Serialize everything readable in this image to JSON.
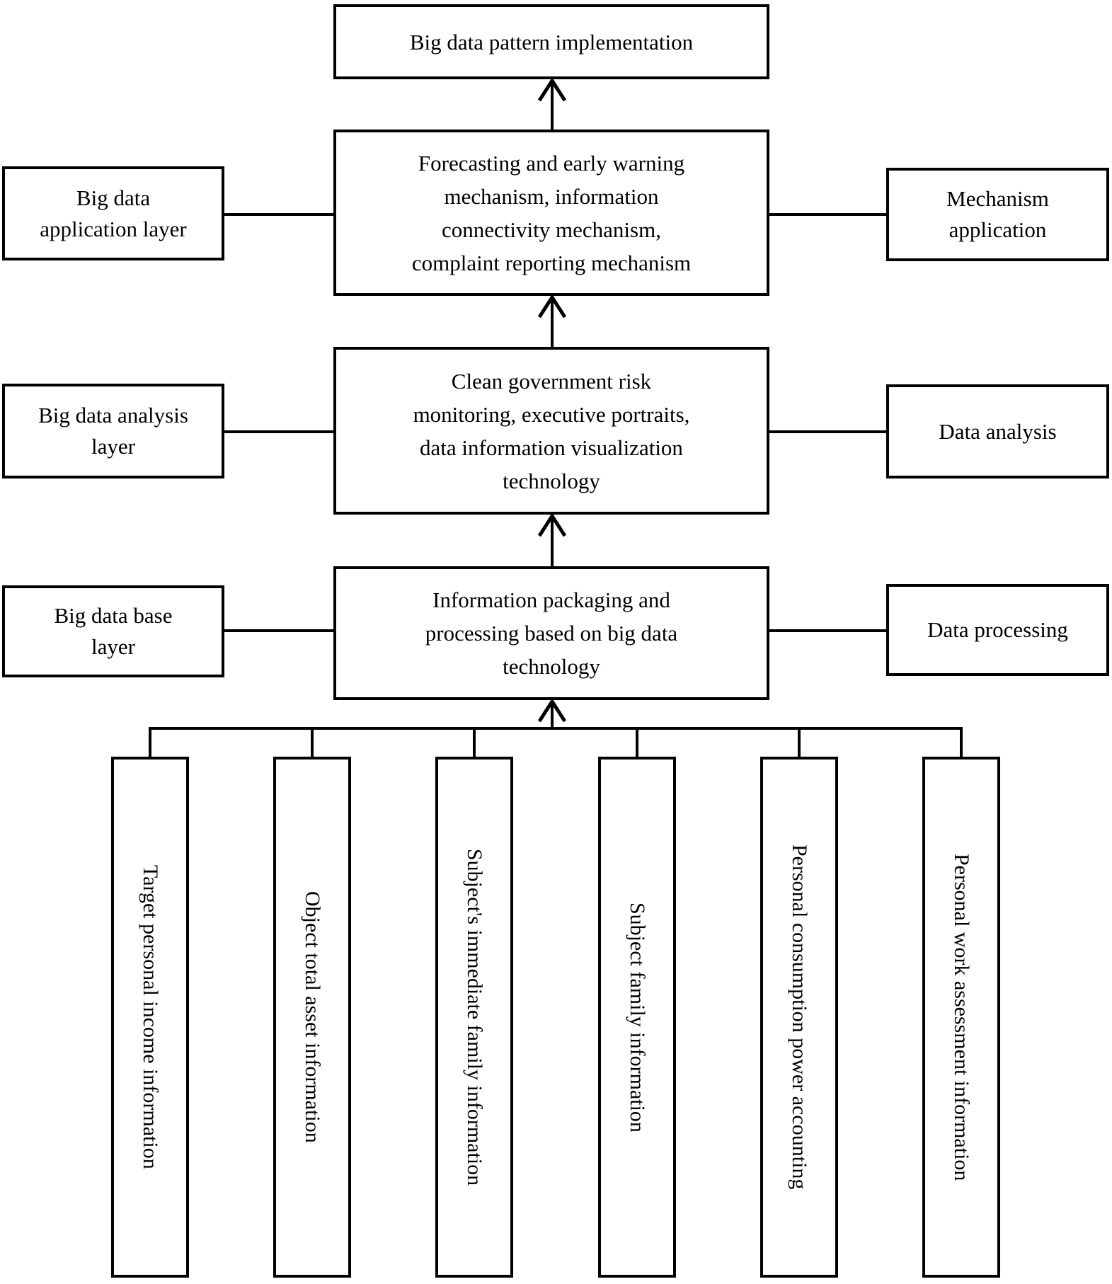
{
  "figure": {
    "background": "#ffffff",
    "line_color": "#000000",
    "top_node": "Big data pattern implementation",
    "levels": [
      {
        "left": "Big data\napplication layer",
        "center": "Forecasting and early warning\nmechanism, information\nconnectivity mechanism,\ncomplaint reporting mechanism",
        "right": "Mechanism\napplication"
      },
      {
        "left": "Big data analysis\nlayer",
        "center": "Clean government risk\nmonitoring, executive portraits,\ndata information visualization\ntechnology",
        "right": "Data analysis"
      },
      {
        "left": "Big data base\nlayer",
        "center": "Information packaging and\nprocessing based on big data\ntechnology",
        "right": "Data processing"
      }
    ],
    "sources": [
      "Target personal income information",
      "Object total asset information",
      "Subject's immediate family information",
      "Subject family information",
      "Personal consumption power accounting",
      "Personal work assessment information"
    ]
  }
}
